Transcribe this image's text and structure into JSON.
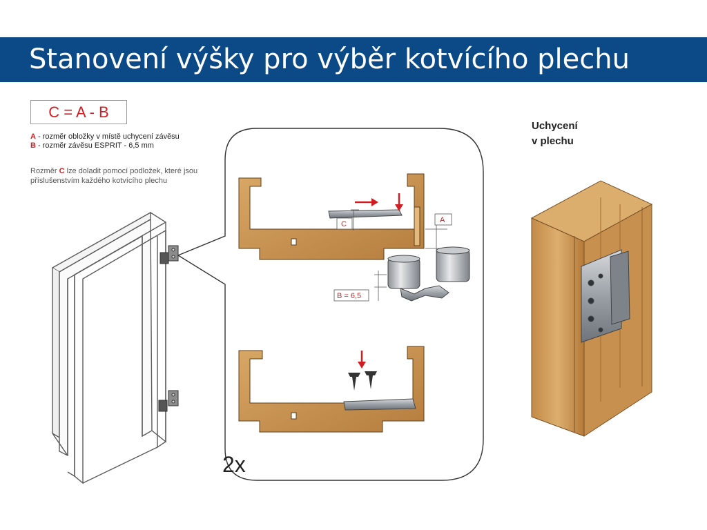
{
  "title": "Stanovení výšky pro výběr kotvícího plechu",
  "formula": "C = A - B",
  "legend": {
    "a_key": "A",
    "a_text": " - rozměr obložky v místě uchycení závěsu",
    "b_key": "B",
    "b_text": " - rozměr závěsu ESPRIT - 6,5 mm"
  },
  "note": {
    "before": "Rozměr ",
    "key": "C",
    "after": " lze doladit pomocí podložek, které jsou příslušenstvím každého kotvícího plechu"
  },
  "labels": {
    "c": "C",
    "a": "A",
    "b_value": "B = 6,5",
    "multiplier": "2x"
  },
  "right_caption": [
    "Uchycení",
    "v plechu"
  ],
  "colors": {
    "title_bar": "#0b4a86",
    "accent_red": "#d01f23",
    "wood": "#c8924f",
    "wood_dark": "#9b6a33",
    "metal": "#a8adb3"
  }
}
